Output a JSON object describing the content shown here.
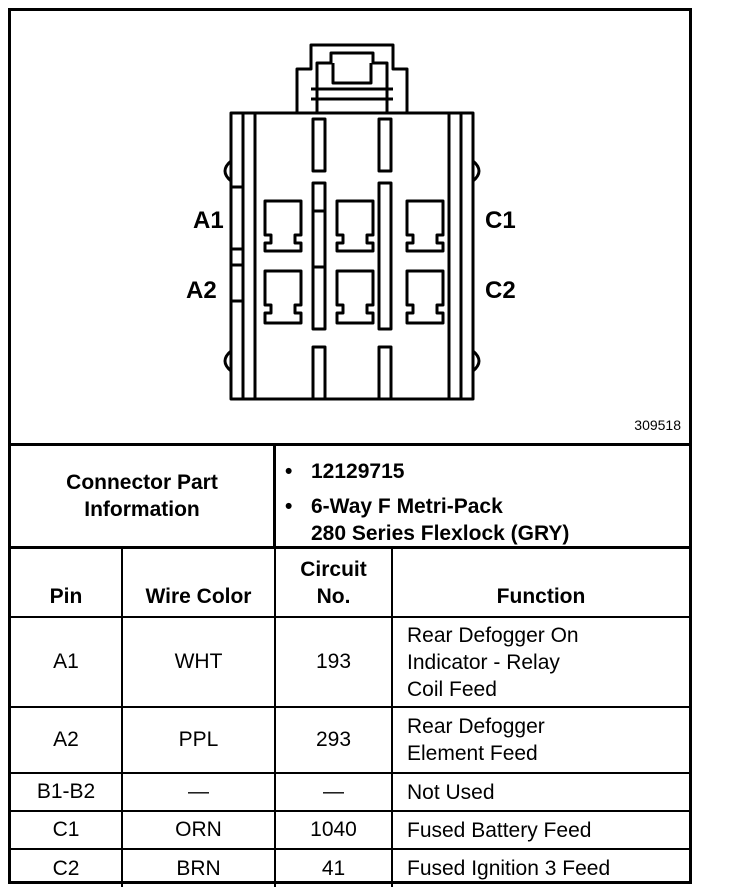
{
  "diagram": {
    "figure_id": "309518",
    "left_pins": [
      "A1",
      "A2"
    ],
    "right_pins": [
      "C1",
      "C2"
    ]
  },
  "connector_info": {
    "label": "Connector Part\nInformation",
    "items": [
      "12129715",
      "6-Way F Metri-Pack\n280 Series Flexlock (GRY)"
    ]
  },
  "table": {
    "headers": [
      "Pin",
      "Wire Color",
      "Circuit\nNo.",
      "Function"
    ],
    "rows": [
      {
        "pin": "A1",
        "color": "WHT",
        "circuit": "193",
        "function": "Rear Defogger On\nIndicator - Relay\nCoil Feed"
      },
      {
        "pin": "A2",
        "color": "PPL",
        "circuit": "293",
        "function": "Rear Defogger\nElement Feed"
      },
      {
        "pin": "B1-B2",
        "color": "—",
        "circuit": "—",
        "function": "Not Used"
      },
      {
        "pin": "C1",
        "color": "ORN",
        "circuit": "1040",
        "function": "Fused Battery Feed"
      },
      {
        "pin": "C2",
        "color": "BRN",
        "circuit": "41",
        "function": "Fused Ignition 3 Feed"
      }
    ]
  }
}
